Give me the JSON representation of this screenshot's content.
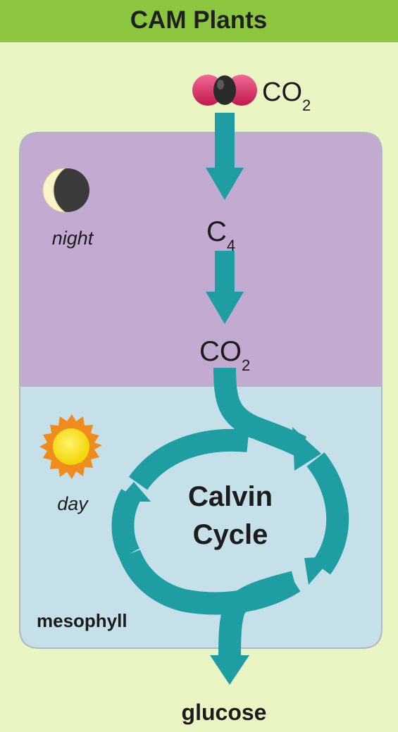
{
  "title": "CAM Plants",
  "molecules": {
    "co2_input": {
      "base": "CO",
      "subscript": "2"
    },
    "c4": {
      "base": "C",
      "subscript": "4"
    },
    "co2_released": {
      "base": "CO",
      "subscript": "2"
    }
  },
  "phases": {
    "night": "night",
    "day": "day"
  },
  "cycle": {
    "line1": "Calvin",
    "line2": "Cycle"
  },
  "region_label": "mesophyll",
  "product": "glucose",
  "colors": {
    "header_bar": "#8cc63f",
    "background": "#eaf5c4",
    "night_panel": "#c3aad0",
    "day_panel": "#c6e0ea",
    "arrow": "#1e9ea3",
    "oxygen": "#d61f5a",
    "carbon": "#2b2b2b",
    "sun": "#f7e31a",
    "sun_rays": "#f08c1e"
  },
  "icons": [
    "co2-molecule-icon",
    "moon-icon",
    "sun-icon"
  ]
}
